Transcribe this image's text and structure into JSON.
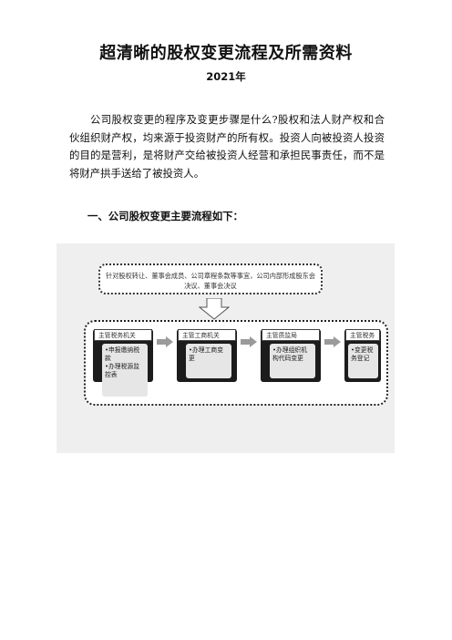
{
  "doc": {
    "title": "超清晰的股权变更流程及所需资料",
    "subtitle": "2021年",
    "paragraph": "公司股权变更的程序及变更步骤是什么?股权和法人财产权和合伙组织财产权，均来源于投资财产的所有权。投资人向被投资人投资的目的是营利，是将财产交给被投资人经营和承担民事责任，而不是将财产拱手送给了被投资人。",
    "heading": "一、公司股权变更主要流程如下："
  },
  "diagram": {
    "top_box": "针对股权转让、董事会成员、公司章程条款等事宜，公司内部形成股东会决议、董事会决议",
    "stages": [
      {
        "label": "主管税务机关",
        "items": [
          "•申报缴纳税款",
          "•办理税源监控表"
        ]
      },
      {
        "label": "主管工商机关",
        "items": [
          "•办理工商变更"
        ]
      },
      {
        "label": "主管质监局",
        "items": [
          "•办理组织机构代码变更"
        ]
      },
      {
        "label": "主管税务机关",
        "items": [
          "•变更税务登记"
        ]
      }
    ]
  }
}
